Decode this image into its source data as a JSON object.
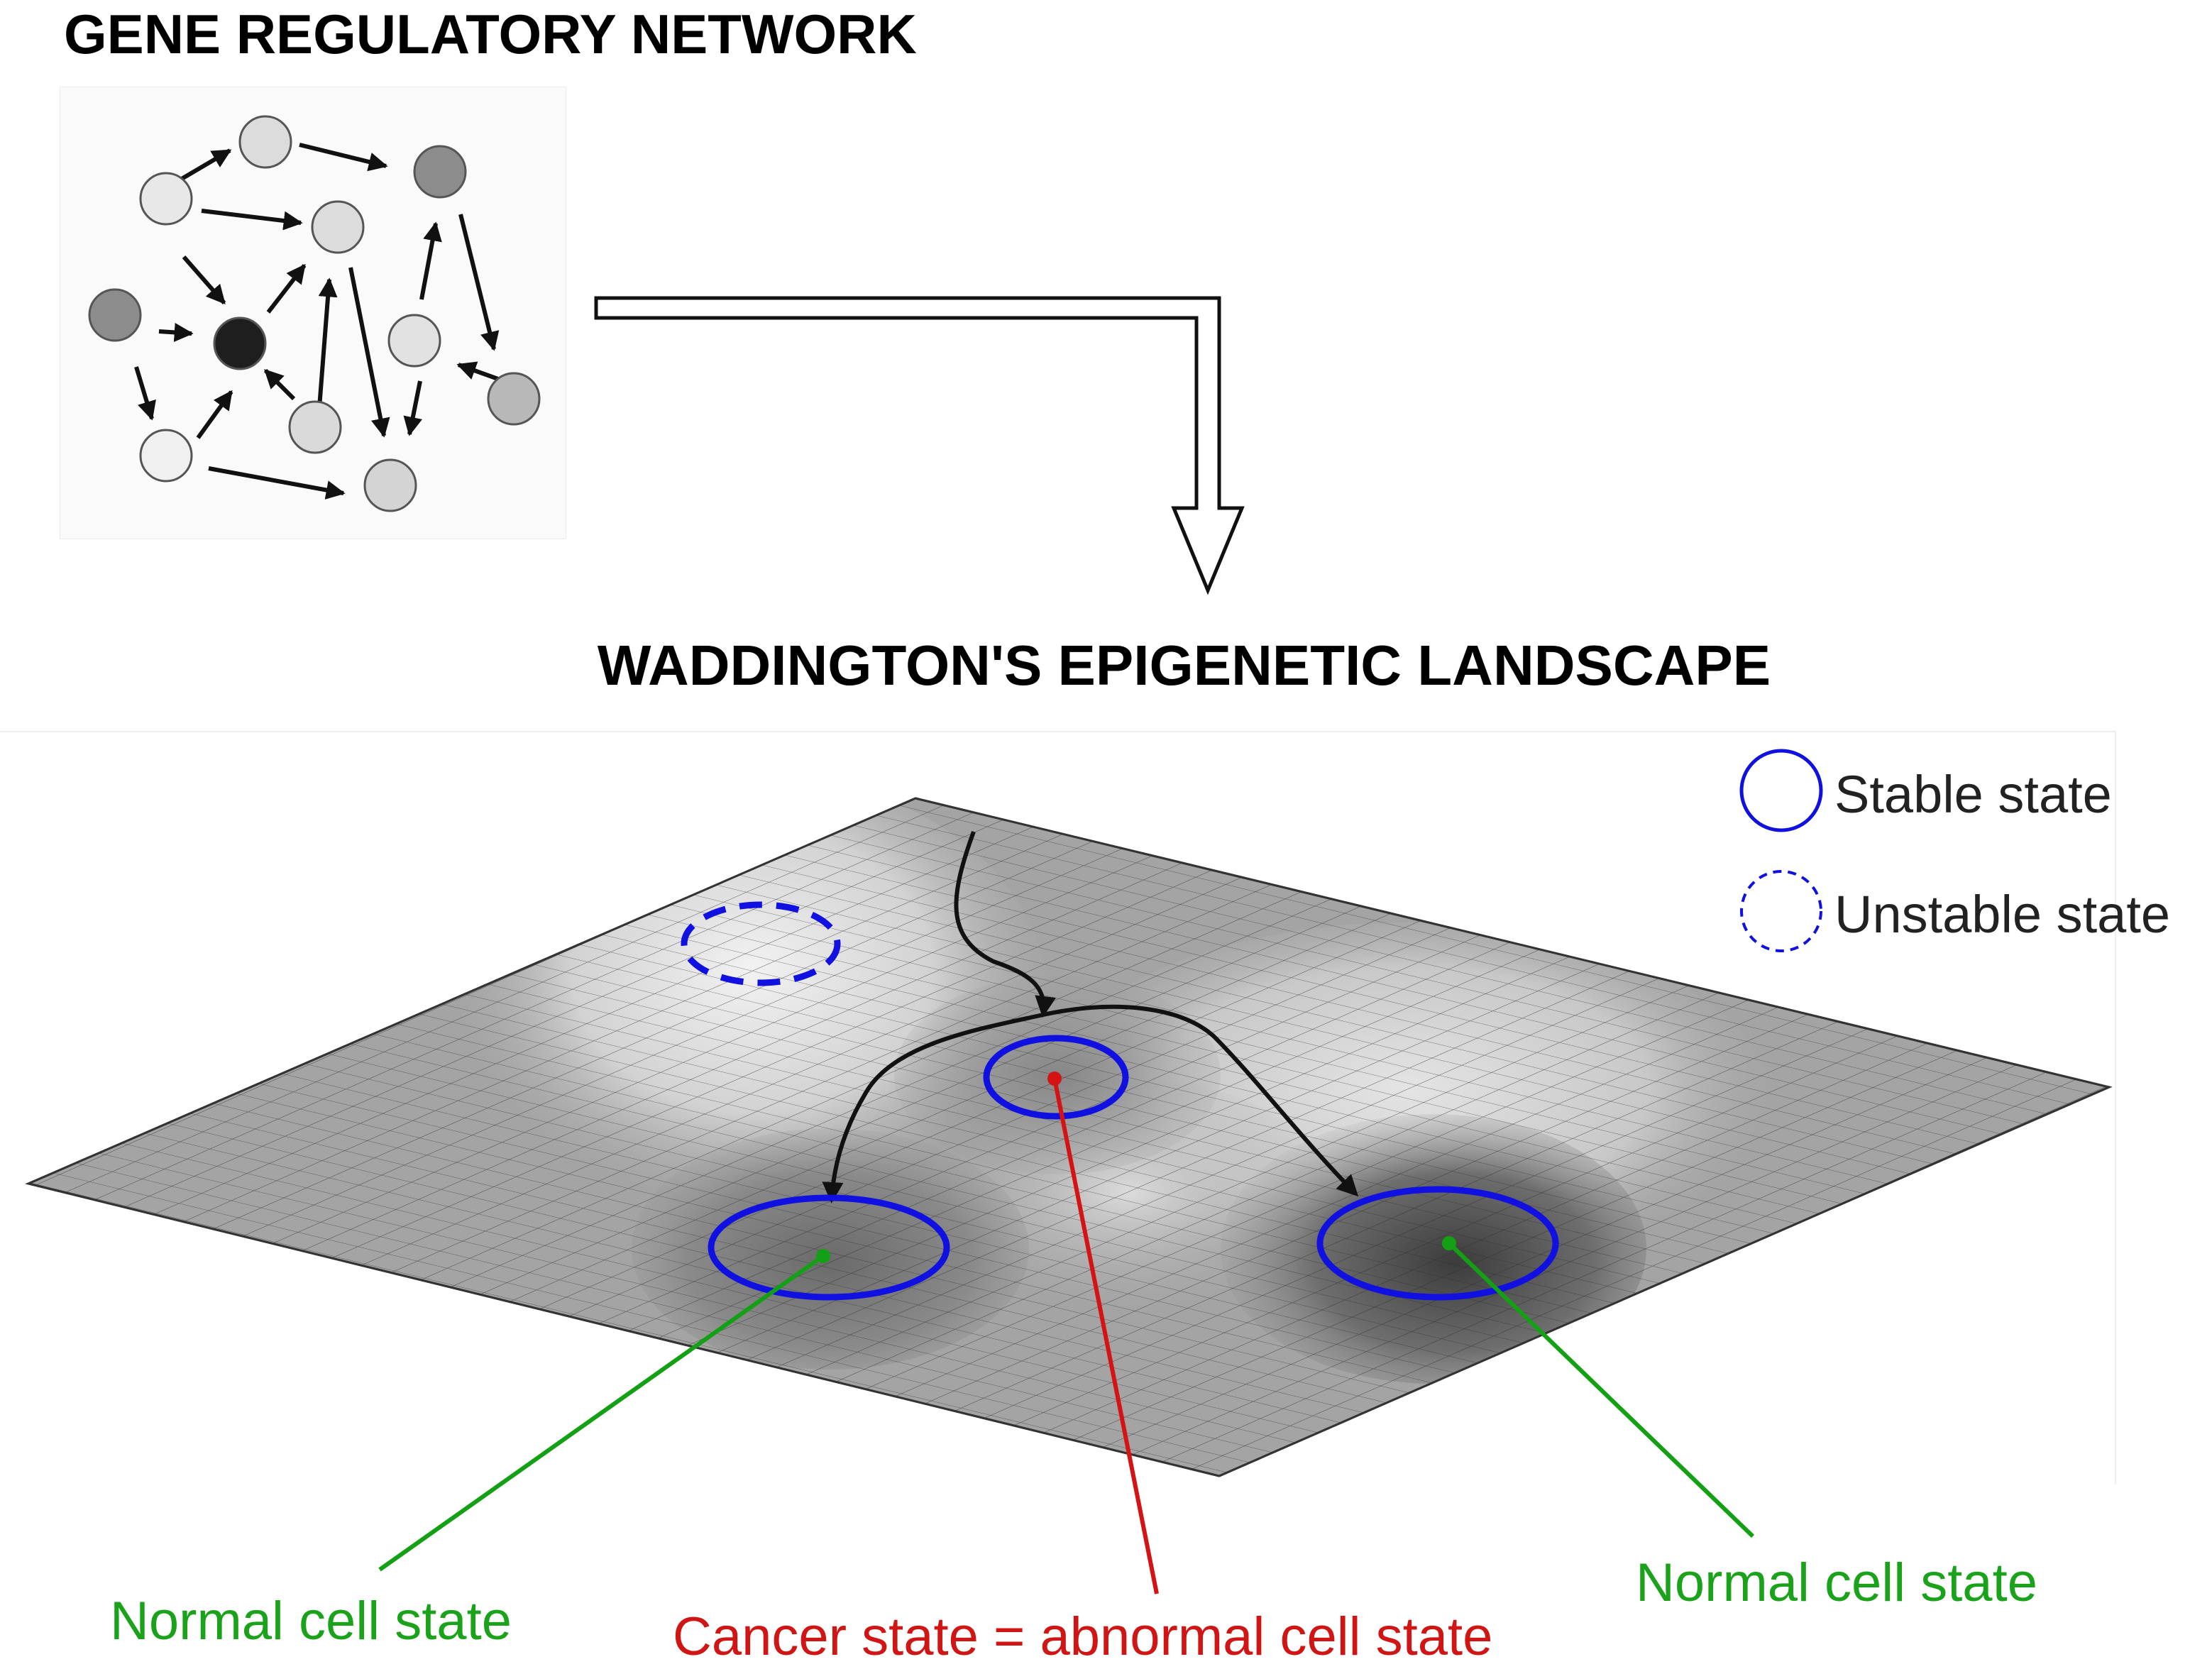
{
  "titles": {
    "network": "GENE REGULATORY NETWORK",
    "landscape": "WADDINGTON'S EPIGENETIC LANDSCAPE"
  },
  "legend": {
    "stable": "Stable state",
    "unstable": "Unstable state"
  },
  "callouts": {
    "normal_left": "Normal cell state",
    "cancer": "Cancer state = abnormal cell state",
    "normal_right": "Normal cell state"
  },
  "colors": {
    "state_ring": "#1010e0",
    "normal_line": "#14a014",
    "cancer_line": "#d41414",
    "surface_light": "#e6e6e6",
    "surface_dark": "#5a5a5a"
  }
}
